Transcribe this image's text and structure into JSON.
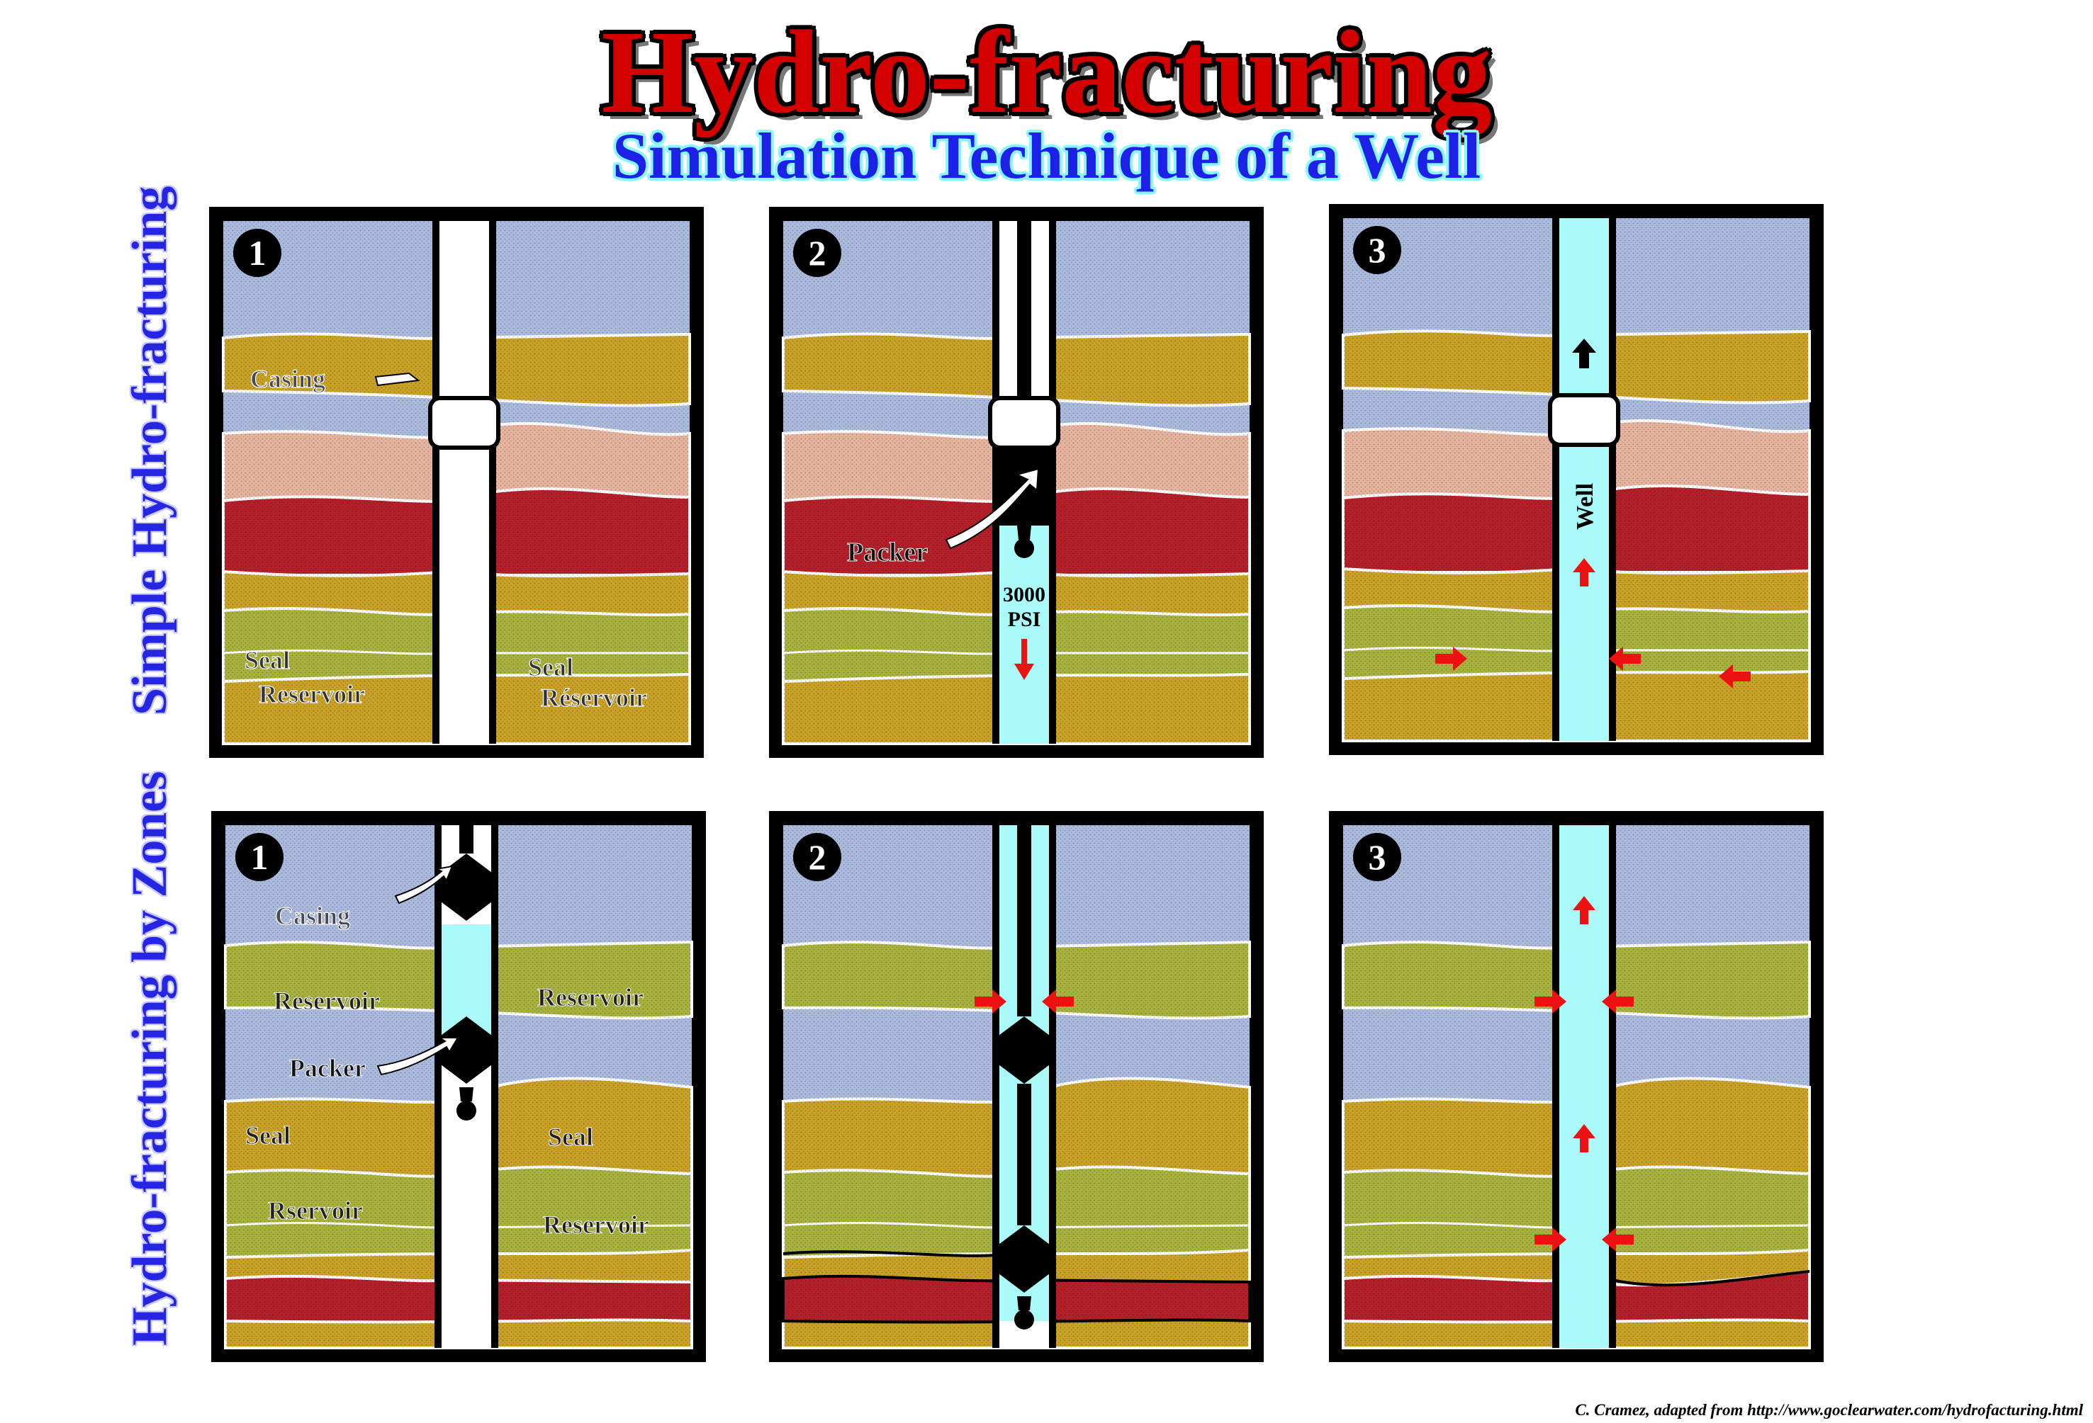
{
  "title": "Hydro-fracturing",
  "subtitle": "Simulation Technique of a Well",
  "row_labels": {
    "top": "Simple Hydro-fracturing",
    "bottom": "Hydro-fracturing by Zones"
  },
  "panels": {
    "top_1": {
      "number": "1",
      "labels": {
        "casing": "Casing",
        "seal_left": "Seal",
        "reservoir_left": "Reservoir",
        "seal_right": "Seal",
        "reservoir_right": "Réservoir"
      }
    },
    "top_2": {
      "number": "2",
      "labels": {
        "packer": "Packer",
        "pressure_value": "3000",
        "pressure_unit": "PSI"
      }
    },
    "top_3": {
      "number": "3",
      "labels": {
        "well": "Well"
      }
    },
    "bottom_1": {
      "number": "1",
      "labels": {
        "casing": "Casing",
        "reservoir_left_upper": "Reservoir",
        "reservoir_right_upper": "Reservoir",
        "packer": "Packer",
        "seal_left": "Seal",
        "seal_right": "Seal",
        "reservoir_left_lower": "Rservoir",
        "reservoir_right_lower": "Reservoir"
      }
    },
    "bottom_2": {
      "number": "2",
      "labels": {}
    },
    "bottom_3": {
      "number": "3",
      "labels": {}
    }
  },
  "credit": "C. Cramez, adapted from  http://www.goclearwater.com/hydrofacturing.html",
  "colors": {
    "title_red": "#d40000",
    "subtitle_blue": "#1d20e6",
    "row_label_blue": "#2626e2",
    "shale_blue": "#aabbdd",
    "yellow_layer": "#c9a227",
    "pink_layer": "#e7b4a0",
    "red_layer": "#b4202a",
    "green_layer": "#a8b33e",
    "fluid_cyan": "#aafafa",
    "arrow_red": "#ee1111"
  }
}
